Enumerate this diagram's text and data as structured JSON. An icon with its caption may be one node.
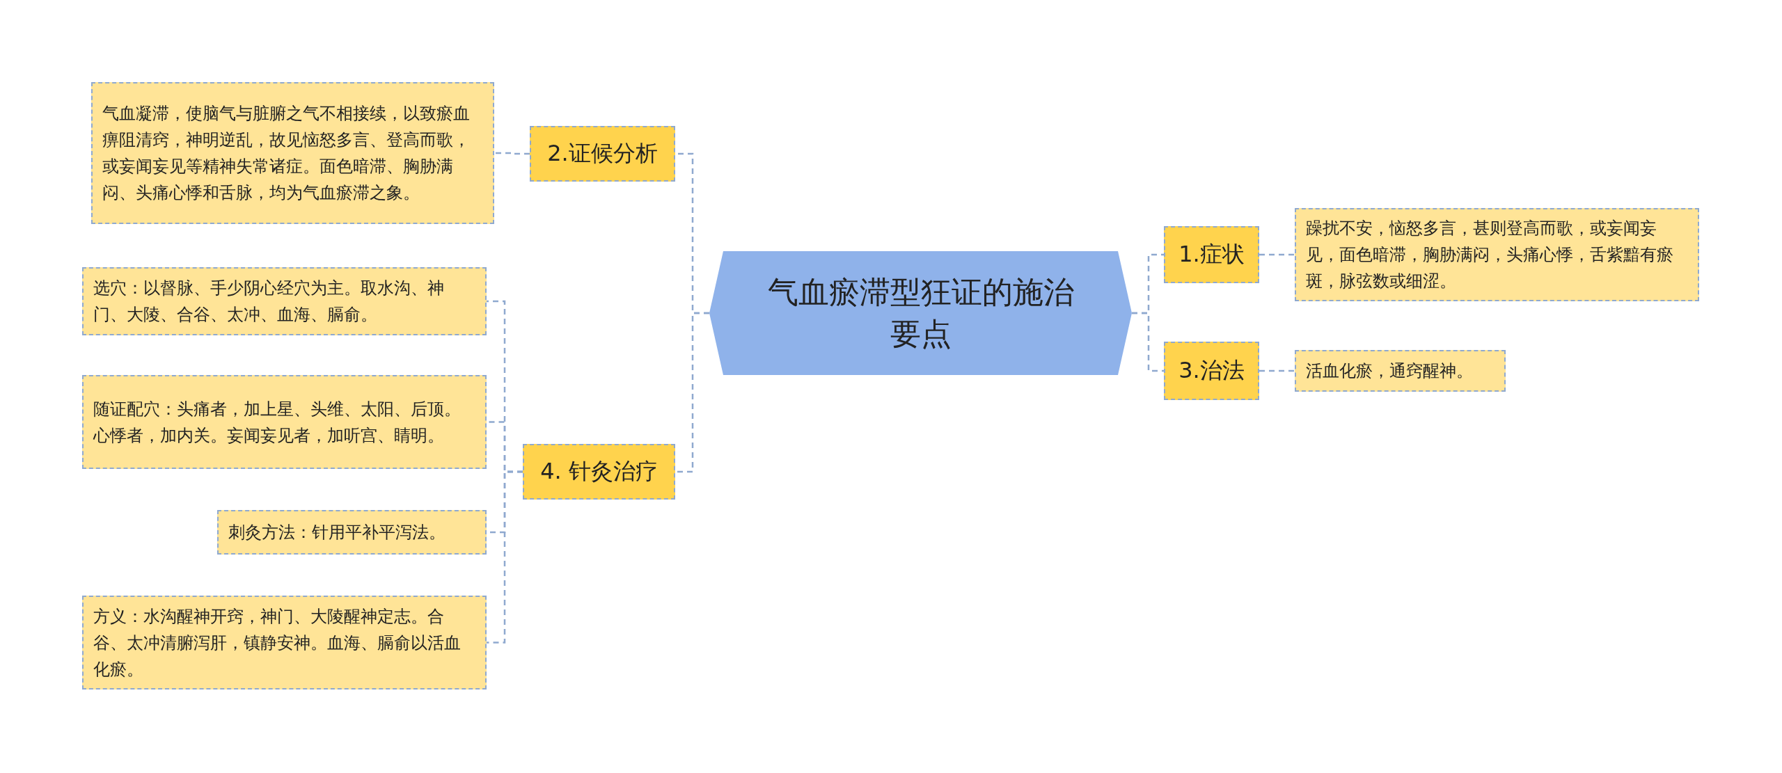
{
  "diagram": {
    "nodes": [
      {
        "text": [
          "气血瘀滞型狂证的施治要点"
        ]
      },
      {
        "text": [
          "2.证候分析"
        ]
      },
      {
        "text": [
          "气血凝滞，使脑气与脏腑之气不相接续，以致瘀血痹阻清窍，神明逆乱，故见恼怒多言、登高而歌，或妄闻妄见等精神失常诸症。面色暗滞、胸胁满闷、头痛心悸和舌脉，均为气血瘀滞之象。"
        ]
      },
      {
        "text": [
          "4. 针灸治疗"
        ]
      },
      {
        "text": [
          "选穴：以督脉、手少阴心经穴为主。取水沟、神门、大陵、合谷、太冲、血海、膈俞。"
        ]
      },
      {
        "text": [
          "随证配穴：头痛者，加上星、头维、太阳、后顶。心悸者，加内关。妄闻妄见者，加听宫、睛明。"
        ]
      },
      {
        "text": [
          "刺灸方法：针用平补平泻法。"
        ]
      },
      {
        "text": [
          "方义：水沟醒神开窍，神门、大陵醒神定志。合谷、太冲清腑泻肝，镇静安神。血海、膈俞以活血化瘀。"
        ]
      },
      {
        "text": [
          "1.症状"
        ]
      },
      {
        "text": [
          "躁扰不安，恼怒多言，甚则登高而歌，或妄闻妄见，面色暗滞，胸胁满闷，头痛心悸，舌紫黯有瘀斑，脉弦数或细涩。"
        ]
      },
      {
        "text": [
          "3.治法"
        ]
      },
      {
        "text": [
          "活血化瘀，通窍醒神。"
        ]
      }
    ],
    "edges": [
      {
        "from": 0,
        "to": 1,
        "arrow": "none",
        "style": "dashed"
      },
      {
        "from": 1,
        "to": 2,
        "arrow": "none",
        "style": "dashed"
      },
      {
        "from": 0,
        "to": 3,
        "arrow": "none",
        "style": "dashed"
      },
      {
        "from": 3,
        "to": 4,
        "arrow": "none",
        "style": "dashed"
      },
      {
        "from": 3,
        "to": 5,
        "arrow": "none",
        "style": "dashed"
      },
      {
        "from": 3,
        "to": 6,
        "arrow": "none",
        "style": "dashed"
      },
      {
        "from": 3,
        "to": 7,
        "arrow": "none",
        "style": "dashed"
      },
      {
        "from": 0,
        "to": 8,
        "arrow": "none",
        "style": "dashed"
      },
      {
        "from": 8,
        "to": 9,
        "arrow": "none",
        "style": "dashed"
      },
      {
        "from": 0,
        "to": 10,
        "arrow": "none",
        "style": "dashed"
      },
      {
        "from": 10,
        "to": 11,
        "arrow": "none",
        "style": "dashed"
      }
    ]
  }
}
